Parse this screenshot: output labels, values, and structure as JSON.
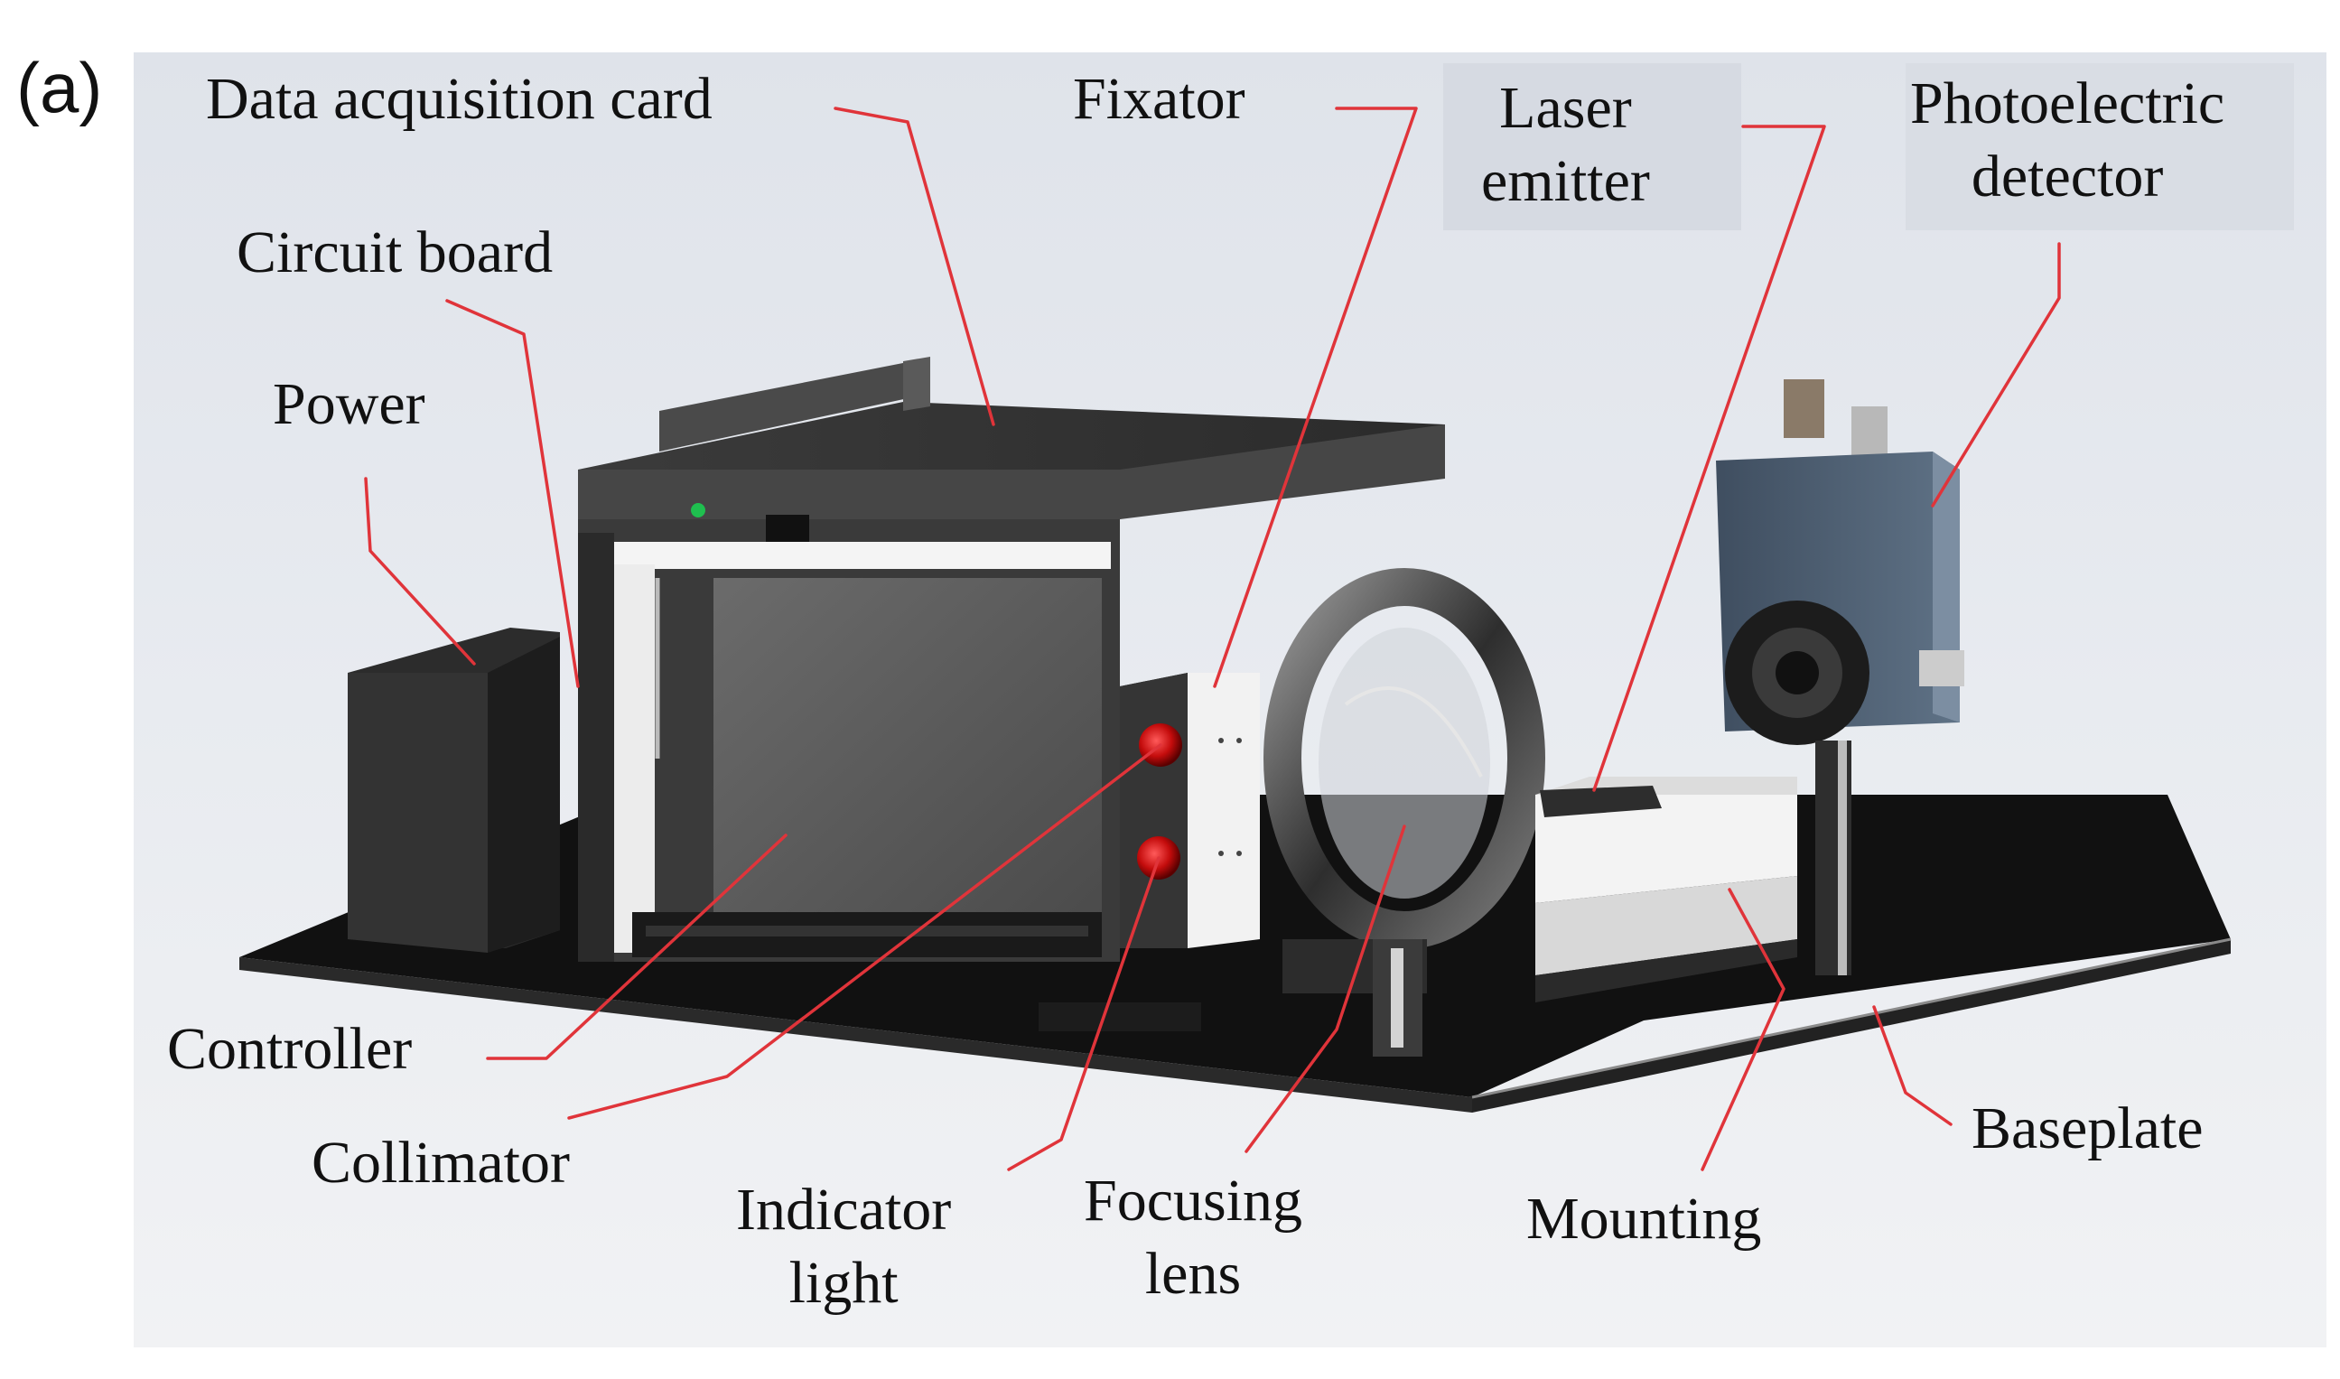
{
  "panel_label": "(a)",
  "labels": {
    "data_acquisition_card": "Data acquisition  card",
    "circuit_board": "Circuit board",
    "power": "Power",
    "fixator": "Fixator",
    "laser_emitter_line1": "Laser",
    "laser_emitter_line2": "emitter",
    "photoelectric_detector_line1": "Photoelectric",
    "photoelectric_detector_line2": "detector",
    "controller": "Controller",
    "collimator": "Collimator",
    "indicator_light_line1": "Indicator",
    "indicator_light_line2": "light",
    "focusing_lens_line1": "Focusing",
    "focusing_lens_line2": "lens",
    "mounting": "Mounting",
    "baseplate": "Baseplate"
  },
  "colors": {
    "leader_line": "#e0343a",
    "background": "#e2e6ec",
    "baseplate": "#141414",
    "housing": "#3a3a3a",
    "detector_body": "#5c6e82",
    "indicator_led": "#d21010"
  }
}
